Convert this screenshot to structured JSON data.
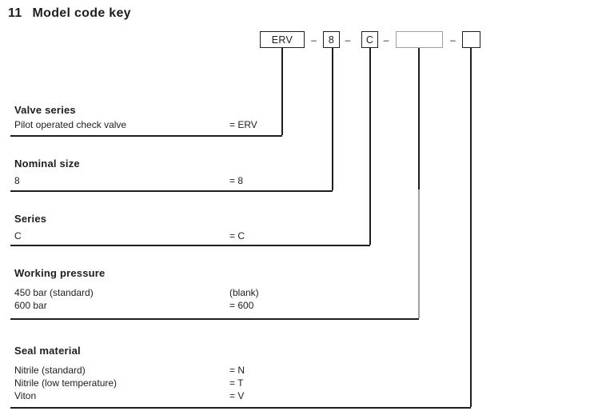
{
  "title": {
    "number": "11",
    "text": "Model code key"
  },
  "model_code": {
    "separator": "–",
    "boxes": [
      {
        "label": "ERV"
      },
      {
        "label": "8"
      },
      {
        "label": "C"
      },
      {
        "label": ""
      },
      {
        "label": ""
      }
    ]
  },
  "sections": [
    {
      "heading": "Valve series",
      "rows": [
        {
          "label": "Pilot operated check valve",
          "value": "= ERV"
        }
      ]
    },
    {
      "heading": "Nominal size",
      "rows": [
        {
          "label": "8",
          "value": "= 8"
        }
      ]
    },
    {
      "heading": "Series",
      "rows": [
        {
          "label": "C",
          "value": "= C"
        }
      ]
    },
    {
      "heading": "Working pressure",
      "rows": [
        {
          "label": "450 bar (standard)",
          "value": "(blank)"
        },
        {
          "label": "600 bar",
          "value": "= 600"
        }
      ]
    },
    {
      "heading": "Seal material",
      "rows": [
        {
          "label": "Nitrile (standard)",
          "value": "= N"
        },
        {
          "label": "Nitrile (low temperature)",
          "value": "= T"
        },
        {
          "label": "Viton",
          "value": "= V"
        }
      ]
    }
  ],
  "colors": {
    "ink": "#1e1e1e",
    "muted_box_border": "#9e9e9e"
  }
}
